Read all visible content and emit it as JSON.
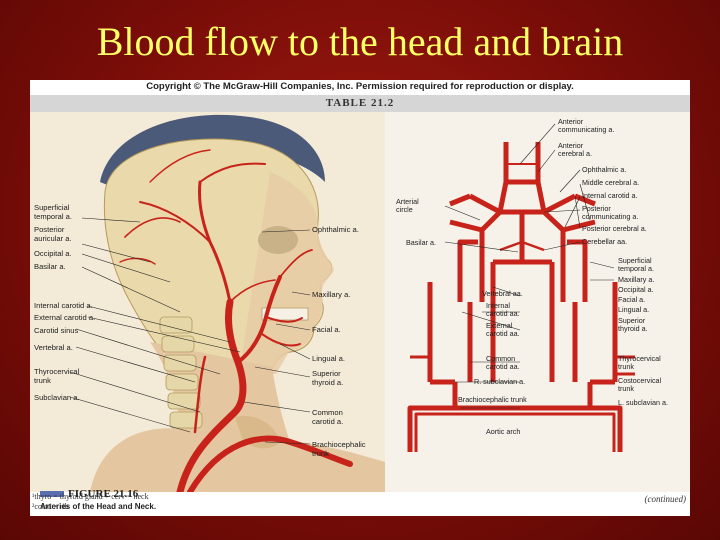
{
  "slide": {
    "title": "Blood flow to the head and brain"
  },
  "header": {
    "copyright": "Copyright © The McGraw-Hill Companies, Inc. Permission required for reproduction or display.",
    "table": "TABLE 21.2"
  },
  "left_labels": [
    "Superficial",
    "temporal a.",
    "Posterior",
    "auricular a.",
    "Occipital a.",
    "Basilar a.",
    "Internal carotid a.",
    "External carotid a.",
    "Carotid sinus",
    "Vertebral a.",
    "Thyrocervical",
    "trunk",
    "Subclavian a."
  ],
  "mid_labels": [
    "Ophthalmic a.",
    "Maxillary a.",
    "Facial a.",
    "Lingual a.",
    "Superior",
    "thyroid a.",
    "Common",
    "carotid a.",
    "Brachiocephalic",
    "trunk"
  ],
  "circle_labels": {
    "arterial_circle": [
      "Arterial",
      "circle"
    ],
    "basilar": "Basilar a."
  },
  "right_labels": [
    "Anterior",
    "communicating a.",
    "Anterior",
    "cerebral a.",
    "Ophthalmic a.",
    "Middle cerebral a.",
    "Internal carotid a.",
    "Posterior",
    "communicating a.",
    "Posterior cerebral a.",
    "Cerebellar aa.",
    "Superficial",
    "temporal a.",
    "Maxillary a.",
    "Occipital a.",
    "Facial a.",
    "Lingual a.",
    "Superior",
    "thyroid a.",
    "Thyrocervical",
    "trunk",
    "Costocervical",
    "trunk",
    "L. subclavian a."
  ],
  "center_labels": [
    "Vertebral aa.",
    "Internal",
    "carotid aa.",
    "External",
    "carotid aa.",
    "Common",
    "carotid aa.",
    "R. subclavian a.",
    "Brachiocephalic trunk",
    "Aortic arch"
  ],
  "figure": {
    "number": "FIGURE 21.16",
    "description": "Arteries of the Head and Neck."
  },
  "footnotes": [
    "¹thyro = thyroid gland + cerv = neck",
    "²costo = rib"
  ],
  "continued": "(continued)",
  "colors": {
    "slide_bg": "#7a0d08",
    "title": "#ffff66",
    "artery": "#c8231a",
    "panel": "#efe6d6"
  }
}
